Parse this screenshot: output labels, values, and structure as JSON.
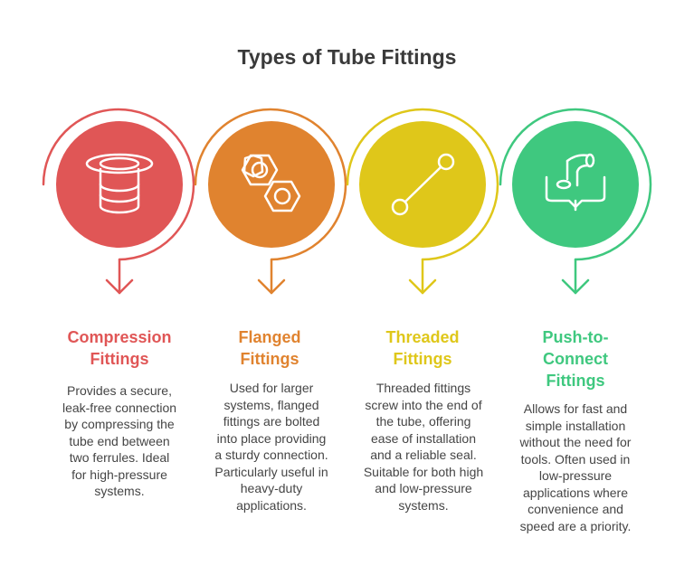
{
  "title": "Types of Tube Fittings",
  "colors": {
    "compression": "#e05656",
    "flanged": "#e0832f",
    "threaded": "#dfc71a",
    "push": "#3fc87f",
    "title_text": "#3a3a3a",
    "body_text": "#454545"
  },
  "items": [
    {
      "heading": "Compression\nFittings",
      "description": "Provides a secure,\nleak-free connection\nby compressing the\ntube end between\ntwo ferrules. Ideal\nfor high-pressure\nsystems.",
      "icon": "compression-fitting-icon"
    },
    {
      "heading": "Flanged\nFittings",
      "description": "Used for larger\nsystems, flanged\nfittings are bolted\ninto place providing\na sturdy connection.\nParticularly useful in\nheavy-duty\napplications.",
      "icon": "hex-nuts-icon"
    },
    {
      "heading": "Threaded\nFittings",
      "description": "Threaded fittings\nscrew into the end of\nthe tube, offering\nease of installation\nand a reliable seal.\nSuitable for both high\nand low-pressure\nsystems.",
      "icon": "connected-link-icon"
    },
    {
      "heading": "Push-to-\nConnect\nFittings",
      "description": "Allows for fast and\nsimple installation\nwithout the need for\ntools. Often used in\nlow-pressure\napplications where\nconvenience and\nspeed are a priority.",
      "icon": "pipe-elbow-icon"
    }
  ]
}
